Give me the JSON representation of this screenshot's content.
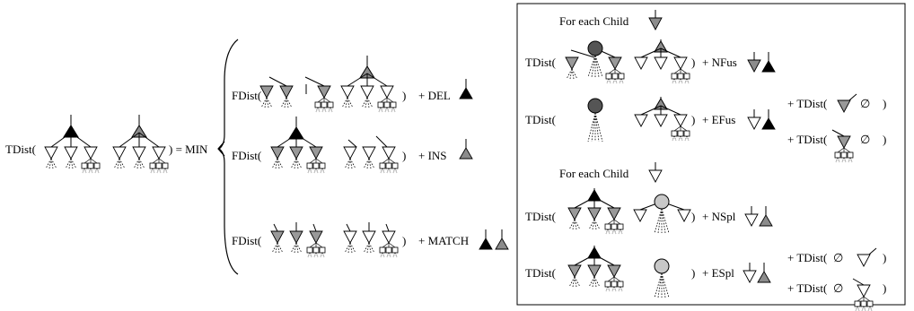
{
  "colors": {
    "black": "#000000",
    "dark_gray": "#555555",
    "mid_gray": "#8c8c8c",
    "light_gray": "#c8c8c8",
    "white": "#ffffff",
    "frame": "#000000"
  },
  "lhs": {
    "open": "TDist(",
    "close": ") = MIN"
  },
  "cases": [
    {
      "id": "del",
      "func": "FDist(",
      "close": ")",
      "op": "+ DEL"
    },
    {
      "id": "ins",
      "func": "FDist(",
      "close": ")",
      "op": "+ INS"
    },
    {
      "id": "match",
      "func": "FDist(",
      "close": ")",
      "op": "+ MATCH"
    }
  ],
  "box": {
    "fusion_header": "For each Child",
    "split_header": "For each Child",
    "rows": [
      {
        "id": "nfus",
        "func": "TDist(",
        "close": ")",
        "op": "+ NFus"
      },
      {
        "id": "efus",
        "func": "TDist(",
        "close": ")",
        "op": "+ EFus"
      },
      {
        "id": "nspl",
        "func": "TDist(",
        "close": ")",
        "op": "+ NSpl"
      },
      {
        "id": "espl",
        "func": "TDist(",
        "close": ")",
        "op": "+ ESpl"
      }
    ],
    "aux": [
      {
        "id": "efus-a",
        "text": "+ TDist(",
        "empty": "∅",
        "close": ")"
      },
      {
        "id": "efus-b",
        "text": "+ TDist(",
        "empty": "∅",
        "close": ")"
      },
      {
        "id": "espl-a",
        "text": "+ TDist(",
        "empty": "∅",
        "close": ")"
      },
      {
        "id": "espl-b",
        "text": "+ TDist(",
        "empty": "∅",
        "close": ")"
      }
    ]
  },
  "icons": [
    "filled-node-triangle-icon",
    "hollow-node-triangle-icon",
    "filled-disk-node-icon",
    "hollow-disk-node-icon",
    "forest-subtree-icon",
    "empty-set-symbol"
  ]
}
